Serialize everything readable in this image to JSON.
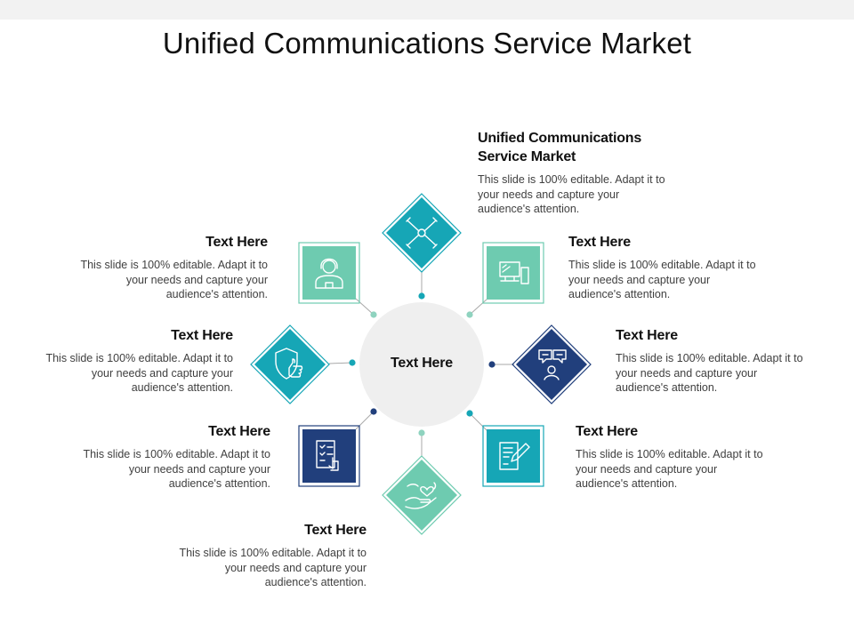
{
  "title": "Unified Communications Service Market",
  "center": {
    "label": "Text Here"
  },
  "colors": {
    "teal": "#16a6b6",
    "mint": "#6ecbb0",
    "navy": "#213f7c",
    "hub": "#efefef",
    "dot_teal": "#16a6b6",
    "dot_mint": "#8fd3bf",
    "dot_navy": "#213f7c"
  },
  "items": [
    {
      "id": "top",
      "heading": "Unified Communications Service Market",
      "body": "This slide is 100% editable. Adapt it to your needs and capture your audience's attention.",
      "icon": "teamwork-hands-icon",
      "color": "teal",
      "shape": "diamond"
    },
    {
      "id": "top-right",
      "heading": "Text Here",
      "body": "This slide is 100% editable. Adapt it to your needs and capture your audience's attention.",
      "icon": "devices-icon",
      "color": "mint",
      "shape": "square"
    },
    {
      "id": "right",
      "heading": "Text Here",
      "body": "This slide is 100% editable. Adapt it to your needs and capture your audience's attention.",
      "icon": "feedback-chat-icon",
      "color": "navy",
      "shape": "diamond"
    },
    {
      "id": "bottom-right",
      "heading": "Text Here",
      "body": "This slide is 100% editable. Adapt it to your needs and capture your audience's attention.",
      "icon": "edit-document-icon",
      "color": "teal",
      "shape": "square"
    },
    {
      "id": "bottom",
      "heading": "Text Here",
      "body": "This slide is 100% editable. Adapt it to your needs and capture your audience's attention.",
      "icon": "care-hands-icon",
      "color": "mint",
      "shape": "diamond"
    },
    {
      "id": "bottom-left",
      "heading": "Text Here",
      "body": "This slide is 100% editable. Adapt it to your needs and capture your audience's attention.",
      "icon": "checklist-touch-icon",
      "color": "navy",
      "shape": "square"
    },
    {
      "id": "left",
      "heading": "Text Here",
      "body": "This slide is 100% editable. Adapt it to your needs and capture your audience's attention.",
      "icon": "thumbs-up-shield-icon",
      "color": "teal",
      "shape": "diamond"
    },
    {
      "id": "top-left",
      "heading": "Text Here",
      "body": "This slide is 100% editable. Adapt it to your needs and capture your audience's attention.",
      "icon": "support-agent-icon",
      "color": "mint",
      "shape": "square"
    }
  ]
}
